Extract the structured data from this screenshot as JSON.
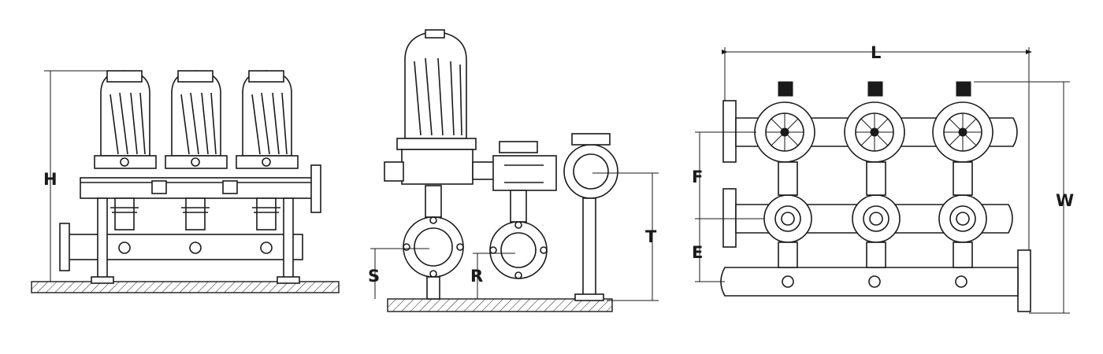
{
  "labels": {
    "height": "H",
    "inlet_height": "S",
    "outlet_height": "R",
    "total_height": "T",
    "manifold_spacing_upper": "F",
    "manifold_spacing_lower": "E",
    "length": "L",
    "width": "W"
  },
  "colors": {
    "line": "#1a1a1a",
    "background": "#ffffff"
  }
}
